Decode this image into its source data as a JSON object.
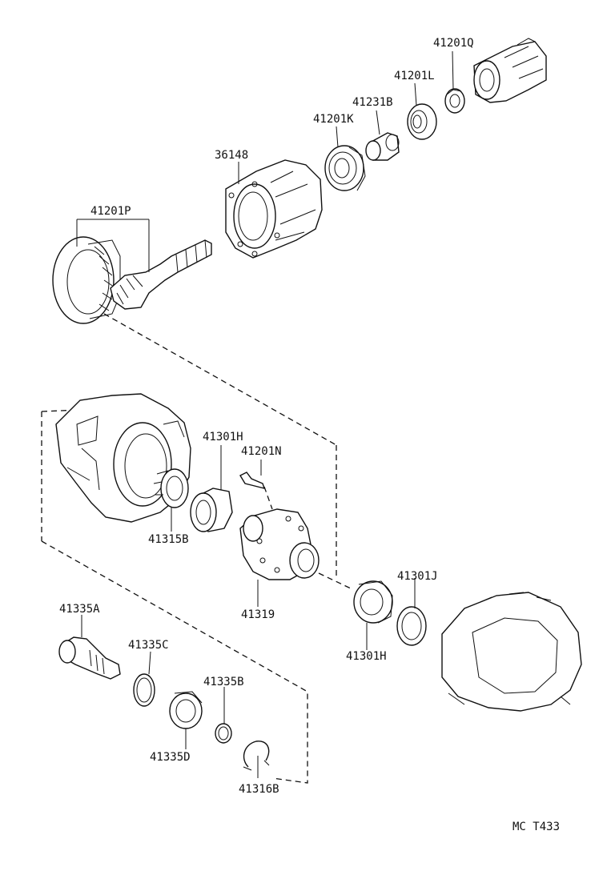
{
  "labels": {
    "p41201Q": "41201Q",
    "p41201L": "41201L",
    "p41231B": "41231B",
    "p41201K": "41201K",
    "p36148": "36148",
    "p41201P": "41201P",
    "p41301H_top": "41301H",
    "p41201N": "41201N",
    "p41315B": "41315B",
    "p41319": "41319",
    "p41301J": "41301J",
    "p41301H_bottom": "41301H",
    "p41335A": "41335A",
    "p41335C": "41335C",
    "p41335B": "41335B",
    "p41335D": "41335D",
    "p41316B": "41316B"
  },
  "footer": {
    "code": "MC  T433"
  }
}
